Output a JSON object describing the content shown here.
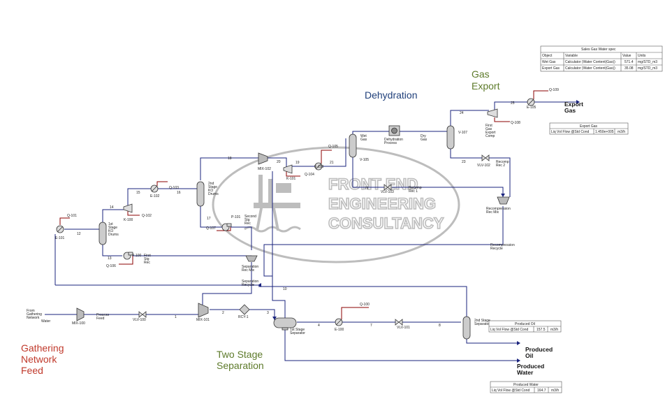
{
  "sections": {
    "gathering": "Gathering\nNetwork\nFeed",
    "separation": "Two Stage\nSeparation",
    "dehydration": "Dehydration",
    "gas_export": "Gas\nExport"
  },
  "watermark": {
    "line1": "FRONT END",
    "line2": "ENGINEERING",
    "line3": "CONSULTANCY"
  },
  "labels": {
    "feed": "From\nGathering\nNetwork",
    "water": "Water",
    "mix100": "MIX-100",
    "process_feed": "Process\nFeed",
    "vlv100": "VLV-100",
    "s1": "1",
    "mix101": "MIX-101",
    "s2": "2",
    "rcy1": "RCY-1",
    "s3": "3",
    "sep1": "1st Stage\nSeparator",
    "s4": "4",
    "e100": "E-100",
    "q100": "Q-100",
    "s7": "7",
    "vlv101": "VLV-101",
    "s8": "8",
    "sep2": "2nd Stage\nSeparator",
    "s10": "10",
    "produced_oil": "Produced\nOil",
    "produced_water": "Produced\nWater",
    "sep_rec_mix": "Separation\nRec Mix",
    "sep_recycle": "Separation\nRecycle",
    "e101": "E-101",
    "q101": "Q-101",
    "s12": "12",
    "ko1": "1st\nStage\nKO\nDrums",
    "s13": "13",
    "s14": "14",
    "p100": "P-100",
    "first_stg_rec": "First\nStg\nRec",
    "q106": "Q-106",
    "k100": "K-100",
    "q102": "Q-102",
    "s15": "15",
    "e102": "E-102",
    "q103": "Q-103",
    "s16": "16",
    "ko2": "2nd\nStage\nKO\nDrums",
    "s17": "17",
    "p101": "P-101",
    "second_stg_rec": "Second\nStg\nRec",
    "q107": "Q-107",
    "s18": "18",
    "mix102": "MIX-102",
    "s20": "20",
    "k101": "K-101",
    "q104": "Q-104",
    "s19": "19",
    "e103": "E-103",
    "q105": "Q-105",
    "s21": "21",
    "v105": "V-105",
    "s22": "22",
    "vlv103": "VLV-103",
    "recomp1": "Recomp\nRec 1",
    "wet_gas": "Wet\nGas",
    "dehyd_proc": "Dehydration\nProcess",
    "dry_gas": "Dry\nGas",
    "v107": "V-107",
    "s23": "23",
    "vlv102": "VLV-102",
    "recomp2": "Recomp\nRec 2",
    "recomp_mix": "Recompression\nRec Mix",
    "recomp_recycle": "Recompression\nRecycle",
    "s24": "24",
    "first_gas_comp": "First\nGas\nExport\nComp",
    "q108": "Q-108",
    "s25": "25",
    "e105": "E-105",
    "q109": "Q-109",
    "export_gas": "Export\nGas"
  },
  "table_water_spec": {
    "title": "Sales Gas Water spec",
    "headers": [
      "Object",
      "Variable",
      "Value",
      "Units"
    ],
    "rows": [
      [
        "Wet Gas",
        "Calculator (Water Content(Gas))",
        "571.4",
        "mg/STD_m3"
      ],
      [
        "Export Gas",
        "Calculator (Water Content(Gas))",
        "35.08",
        "mg/STD_m3"
      ]
    ]
  },
  "table_export": {
    "title": "Export Gas",
    "row": [
      "Liq Vol Flow @Std Cond",
      "1.450e+005",
      "m3/h"
    ]
  },
  "table_oil": {
    "title": "Produced Oil",
    "row": [
      "Liq Vol Flow @Std Cond",
      "157.5",
      "m3/h"
    ]
  },
  "table_water": {
    "title": "Produced Water",
    "row": [
      "Liq Vol Flow @Std Cond",
      "164.7",
      "m3/h"
    ]
  },
  "colors": {
    "material": "#1a237e",
    "energy": "#8b0000",
    "gathering": "#c0392b",
    "separation": "#5d7a2a",
    "dehydration": "#1f3f7a",
    "gas_export": "#5d7a2a"
  }
}
